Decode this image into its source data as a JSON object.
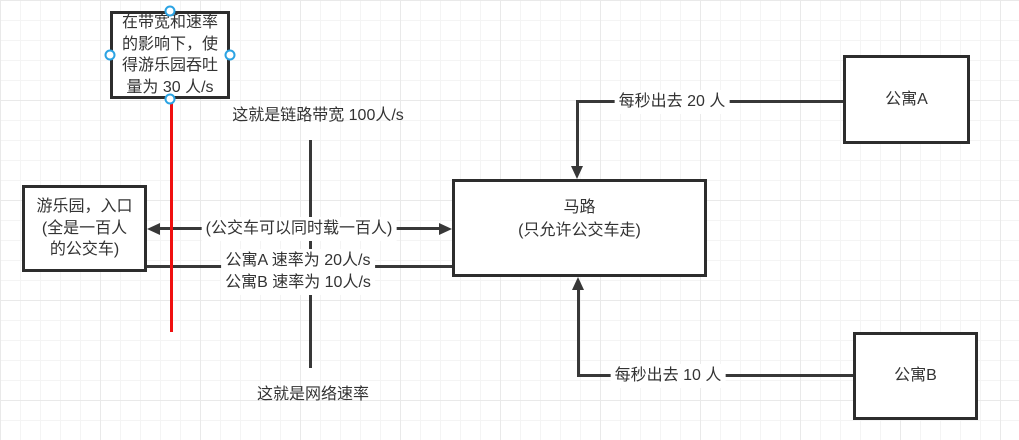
{
  "diagram": {
    "tool_hint": "flowchart canvas with grid",
    "colors": {
      "shape_stroke": "#2d2d2d",
      "connector_stroke": "#383838",
      "marker_line_red": "#f01010",
      "selection_handle_blue": "#2ba3e3",
      "grid_minor": "#f4f4f4",
      "grid_major": "#e9e9e9",
      "canvas_bg": "#ffffff"
    },
    "nodes": {
      "throughput_note": {
        "text": "在带宽和速率\n的影响下，使\n得游乐园吞吐\n量为 30 人/s",
        "selected": true
      },
      "amusement_park": {
        "text": "游乐园，入口\n(全是一百人\n的公交车)"
      },
      "road": {
        "text": "马路\n(只允许公交车走)"
      },
      "apartment_a": {
        "text": "公寓A"
      },
      "apartment_b": {
        "text": "公寓B"
      }
    },
    "labels": {
      "link_bandwidth": "这就是链路带宽 100人/s",
      "network_rate": "这就是网络速率",
      "bus_capacity": "(公交车可以同时载一百人)",
      "rates": "公寓A 速率为 20人/s\n公寓B 速率为 10人/s",
      "out_per_sec_a": "每秒出去 20 人",
      "out_per_sec_b": "每秒出去 10 人"
    }
  }
}
